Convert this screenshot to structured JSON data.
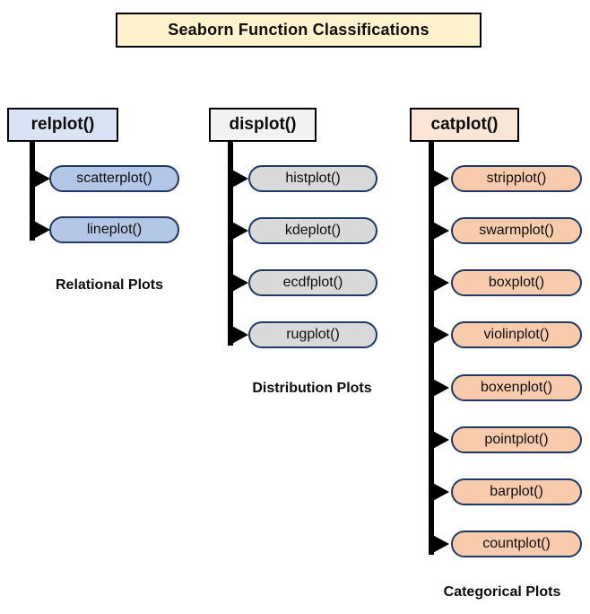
{
  "title": "Seaborn Function Classifications",
  "columns": [
    {
      "header": "relplot()",
      "caption": "Relational Plots",
      "items": [
        "scatterplot()",
        "lineplot()"
      ]
    },
    {
      "header": "displot()",
      "caption": "Distribution Plots",
      "items": [
        "histplot()",
        "kdeplot()",
        "ecdfplot()",
        "rugplot()"
      ]
    },
    {
      "header": "catplot()",
      "caption": "Categorical Plots",
      "items": [
        "stripplot()",
        "swarmplot()",
        "boxplot()",
        "violinplot()",
        "boxenplot()",
        "pointplot()",
        "barplot()",
        "countplot()"
      ]
    }
  ],
  "colors": {
    "canvas_bg": "#FFFFFF",
    "title_bg": "#FFF2CC",
    "box_border": "#000000",
    "connector": "#000000",
    "pill_border": "#1F3864",
    "text": "#0D0D0D",
    "relplot_header_bg": "#DAE3F3",
    "relplot_pill_bg": "#B4C7E7",
    "displot_header_bg": "#F2F2F2",
    "displot_pill_bg": "#D9D9D9",
    "catplot_header_bg": "#FBE5D6",
    "catplot_pill_bg": "#F8CBAD"
  }
}
